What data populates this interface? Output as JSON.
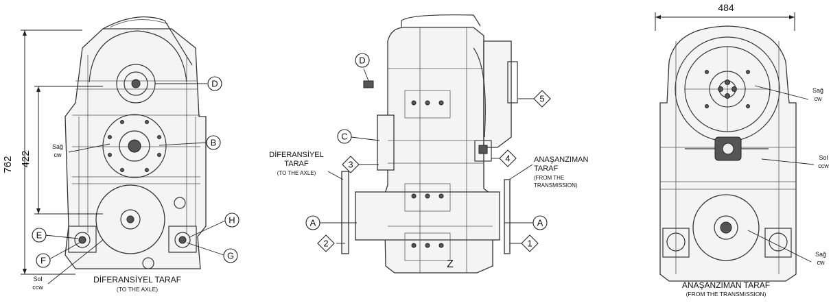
{
  "views": {
    "left": {
      "caption": "DİFERANSİYEL TARAF",
      "caption_sub": "(TO THE AXLE)",
      "dim_overall": "762",
      "dim_inner": "422",
      "rot_cw": "Sağ",
      "rot_cw_sub": "cw",
      "rot_ccw": "Sol",
      "rot_ccw_sub": "ccw",
      "letters": [
        "D",
        "B",
        "H",
        "E",
        "F",
        "G"
      ]
    },
    "center": {
      "left_title_1": "DİFERANSİYEL",
      "left_title_2": "TARAF",
      "left_title_sub": "(TO THE AXLE)",
      "right_title_1": "ANAŞANZIMAN",
      "right_title_2": "TARAF",
      "right_title_sub_1": "(FROM THE",
      "right_title_sub_2": "TRANSMISSION)",
      "letters": [
        "D",
        "C",
        "A",
        "A"
      ],
      "numbers": [
        "5",
        "3",
        "4",
        "2",
        "1"
      ],
      "axis_label": "Z"
    },
    "right": {
      "dim_width": "484",
      "caption": "ANAŞANZIMAN TARAF",
      "caption_sub": "(FROM THE TRANSMISSION)",
      "rot_cw": "Sağ",
      "rot_cw_sub": "cw",
      "rot_sol": "Sol",
      "rot_sol_sub": "ccw",
      "rot_cw2": "Sağ",
      "rot_cw2_sub": "cw"
    }
  }
}
